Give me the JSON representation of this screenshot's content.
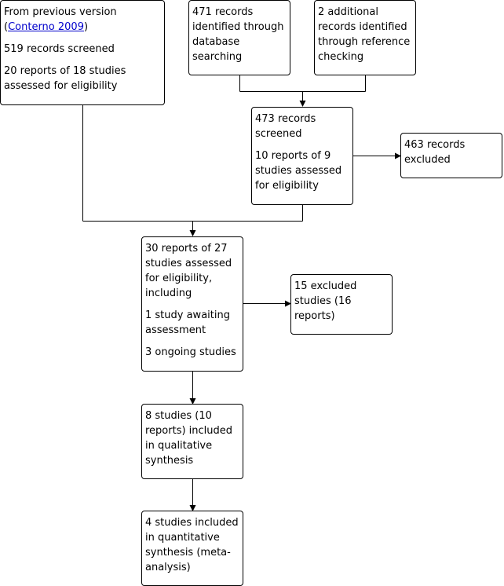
{
  "boxes": {
    "previous": {
      "line1_prefix": "From previous version",
      "open_paren": "(",
      "ref_link": "Conterno 2009",
      "close_paren": ")",
      "screened": "519 records screened",
      "eligibility": "20 reports of 18 studies assessed for eligibility"
    },
    "database": {
      "text": "471 records identified through database searching"
    },
    "additional": {
      "text": "2 additional records identified through reference checking"
    },
    "screened": {
      "screened": "473 records screened",
      "eligibility": "10 reports of 9 studies assessed for eligibility"
    },
    "excluded_records": {
      "text": "463 records excluded"
    },
    "assessed": {
      "main": "30 reports of 27 studies assessed for eligibility, including",
      "awaiting": "1 study awaiting assessment",
      "ongoing": "3 ongoing studies"
    },
    "excluded_studies": {
      "text": "15 excluded studies (16 reports)"
    },
    "qualitative": {
      "text": "8 studies (10 reports) included in qualitative synthesis"
    },
    "quantitative": {
      "text": "4 studies included in quantitative synthesis (meta-analysis)"
    }
  }
}
